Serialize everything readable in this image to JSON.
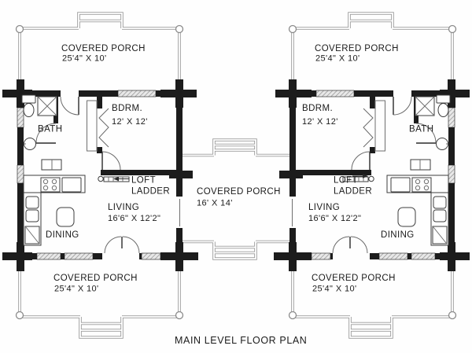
{
  "caption": "MAIN LEVEL FLOOR PLAN",
  "colors": {
    "wall": "#1c1c1c",
    "deck_line": "#9b9b9b",
    "text": "#1b1b1b",
    "background": "#fefefe"
  },
  "center_porch": {
    "label": "COVERED PORCH",
    "dims": "16' X 14'"
  },
  "units": {
    "left": {
      "porch_top": {
        "label": "COVERED PORCH",
        "dims": "25'4\" X 10'"
      },
      "porch_bottom": {
        "label": "COVERED PORCH",
        "dims": "25'4\" X 10'"
      },
      "bedroom": {
        "label": "BDRM.",
        "dims": "12' X 12'"
      },
      "bath": {
        "label": "BATH"
      },
      "loft": {
        "line1": "LOFT",
        "line2": "LADDER"
      },
      "living": {
        "label": "LIVING",
        "dims": "16'6\" X 12'2\""
      },
      "dining": {
        "label": "DINING"
      }
    },
    "right": {
      "porch_top": {
        "label": "COVERED PORCH",
        "dims": "25'4\" X 10'"
      },
      "porch_bottom": {
        "label": "COVERED PORCH",
        "dims": "25'4\" X 10'"
      },
      "bedroom": {
        "label": "BDRM.",
        "dims": "12' X 12'"
      },
      "bath": {
        "label": "BATH"
      },
      "loft": {
        "line1": "LOFT",
        "line2": "LADDER"
      },
      "living": {
        "label": "LIVING",
        "dims": "16'6\" X 12'2\""
      },
      "dining": {
        "label": "DINING"
      }
    }
  }
}
